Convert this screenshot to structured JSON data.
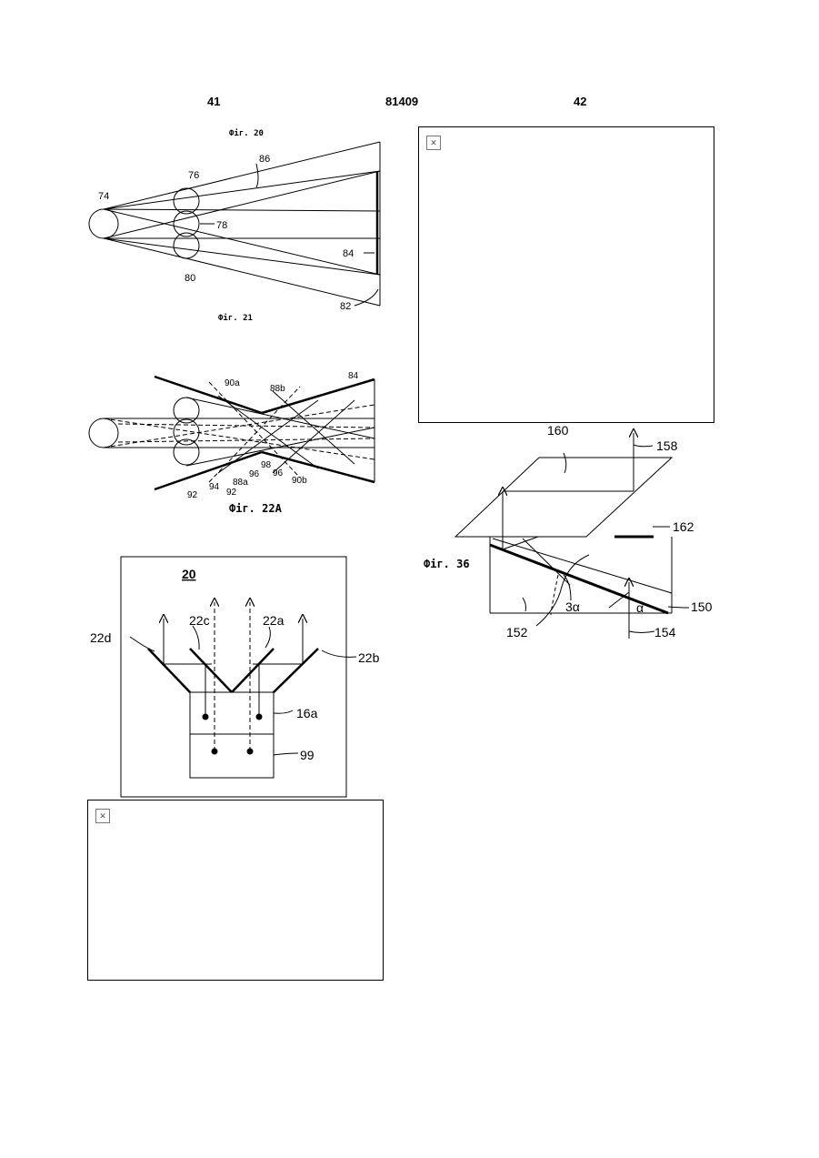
{
  "header": {
    "page_left": "41",
    "patent_number": "81409",
    "page_right": "42"
  },
  "fig20": {
    "caption": "Фіг. 20",
    "labels": [
      "74",
      "76",
      "78",
      "80",
      "82",
      "84",
      "86"
    ]
  },
  "fig21": {
    "caption": "Фіг. 21",
    "labels": [
      "84",
      "88a",
      "88b",
      "90a",
      "90b",
      "92",
      "92",
      "94",
      "96",
      "96",
      "98"
    ]
  },
  "fig22a": {
    "caption": "Фіг. 22А",
    "labels": [
      "20",
      "22a",
      "22b",
      "22c",
      "22d",
      "16a",
      "99"
    ]
  },
  "fig36": {
    "caption": "Фіг. 36",
    "labels": [
      "150",
      "152",
      "154",
      "158",
      "160",
      "162",
      "3α",
      "α"
    ]
  },
  "icons": {
    "broken_image": "broken-image-icon"
  }
}
